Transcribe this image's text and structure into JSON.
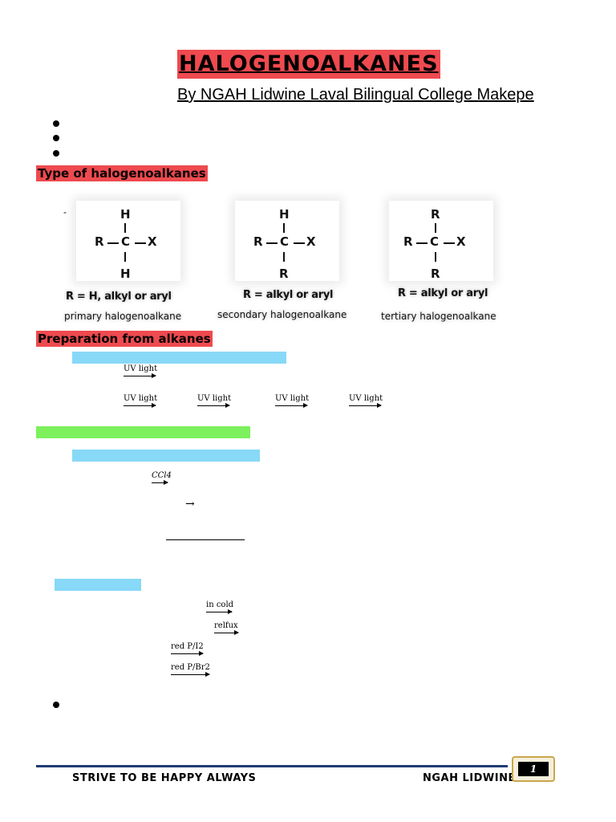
{
  "header": {
    "title": "HALOGENOALKANES",
    "byline": "By NGAH Lidwine Laval Bilingual College Makepe"
  },
  "sections": {
    "types_heading": "Type of halogenoalkanes",
    "types_dash": "-",
    "preparation_heading": "Preparation from alkanes"
  },
  "structures": [
    {
      "top": "H",
      "left": "R",
      "center": "C",
      "right": "X",
      "bottom": "H",
      "r_def": "R = H, alkyl or aryl",
      "name": "primary halogenoalkane"
    },
    {
      "top": "H",
      "left": "R",
      "center": "C",
      "right": "X",
      "bottom": "R",
      "r_def": "R = alkyl or aryl",
      "name": "secondary halogenoalkane"
    },
    {
      "top": "R",
      "left": "R",
      "center": "C",
      "right": "X",
      "bottom": "R",
      "r_def": "R = alkyl or aryl",
      "name": "tertiary halogenoalkane"
    }
  ],
  "arrows": {
    "uv1": "UV light",
    "uv2": "UV light",
    "uv3": "UV light",
    "uv4": "UV light",
    "uv5": "UV light",
    "ccl4": "CCl4",
    "plain": "→",
    "cold": "in cold",
    "reflux": "relfux",
    "redp_i2": "red P/I2",
    "redp_br2": "red P/Br2"
  },
  "footer": {
    "left": "STRIVE TO BE HAPPY ALWAYS",
    "right": "NGAH LIDWINE",
    "page": "1"
  },
  "colors": {
    "red_highlight": "#ee4a4f",
    "blue_highlight": "#88d8f7",
    "green_highlight": "#7df05d",
    "footer_rule": "#1f3b73"
  }
}
